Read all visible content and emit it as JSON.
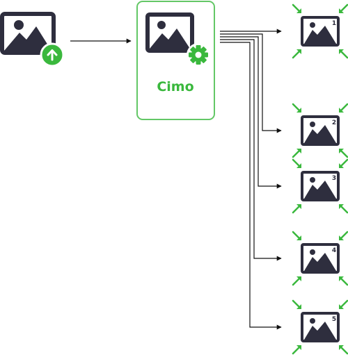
{
  "colors": {
    "dark": "#2e2e3e",
    "green": "#3ab83d",
    "green_border": "#63c766",
    "line": "#111111",
    "background": "#ffffff"
  },
  "icons": {
    "source": "image-upload-icon",
    "processor": "image-settings-icon",
    "output": "image-resize-icon"
  },
  "processor": {
    "label": "Cimo"
  },
  "outputs": [
    {
      "label": "1"
    },
    {
      "label": "2"
    },
    {
      "label": "3"
    },
    {
      "label": "4"
    },
    {
      "label": "5"
    }
  ]
}
